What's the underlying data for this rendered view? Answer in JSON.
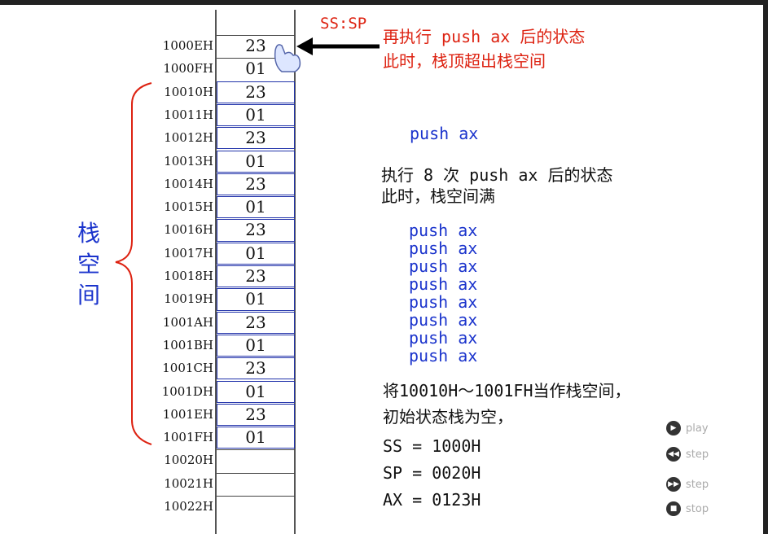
{
  "memory": [
    {
      "addr": "1000EH",
      "value": "23",
      "in_stack": false
    },
    {
      "addr": "1000FH",
      "value": "01",
      "in_stack": false
    },
    {
      "addr": "10010H",
      "value": "23",
      "in_stack": true
    },
    {
      "addr": "10011H",
      "value": "01",
      "in_stack": true
    },
    {
      "addr": "10012H",
      "value": "23",
      "in_stack": true
    },
    {
      "addr": "10013H",
      "value": "01",
      "in_stack": true
    },
    {
      "addr": "10014H",
      "value": "23",
      "in_stack": true
    },
    {
      "addr": "10015H",
      "value": "01",
      "in_stack": true
    },
    {
      "addr": "10016H",
      "value": "23",
      "in_stack": true
    },
    {
      "addr": "10017H",
      "value": "01",
      "in_stack": true
    },
    {
      "addr": "10018H",
      "value": "23",
      "in_stack": true
    },
    {
      "addr": "10019H",
      "value": "01",
      "in_stack": true
    },
    {
      "addr": "1001AH",
      "value": "23",
      "in_stack": true
    },
    {
      "addr": "1001BH",
      "value": "01",
      "in_stack": true
    },
    {
      "addr": "1001CH",
      "value": "23",
      "in_stack": true
    },
    {
      "addr": "1001DH",
      "value": "01",
      "in_stack": true
    },
    {
      "addr": "1001EH",
      "value": "23",
      "in_stack": true
    },
    {
      "addr": "1001FH",
      "value": "01",
      "in_stack": true
    },
    {
      "addr": "10020H",
      "value": "",
      "in_stack": false
    },
    {
      "addr": "10021H",
      "value": "",
      "in_stack": false
    },
    {
      "addr": "10022H",
      "value": "",
      "in_stack": false
    }
  ],
  "pointer_label": "SS:SP",
  "top_desc": {
    "line1": "再执行 push ax 后的状态",
    "line2": "此时，栈顶超出栈空间"
  },
  "single_push": "push ax",
  "full_desc": {
    "line1": "执行 8 次 push ax 后的状态",
    "line2": "此时，栈空间满"
  },
  "push_list": [
    "push ax",
    "push ax",
    "push ax",
    "push ax",
    "push ax",
    "push ax",
    "push ax",
    "push ax"
  ],
  "init_desc": {
    "line1": "将10010H～1001FH当作栈空间，",
    "line2": "初始状态栈为空，"
  },
  "registers": {
    "ss": "SS = 1000H",
    "sp": "SP = 0020H",
    "ax": "AX = 0123H"
  },
  "stack_label": [
    "栈",
    "空",
    "间"
  ],
  "controls": {
    "play": "play",
    "step_back": "step",
    "step_forward": "step",
    "stop": "stop"
  },
  "colors": {
    "red": "#dd2211",
    "blue": "#1a33cc",
    "stack_border": "#2233aa"
  }
}
